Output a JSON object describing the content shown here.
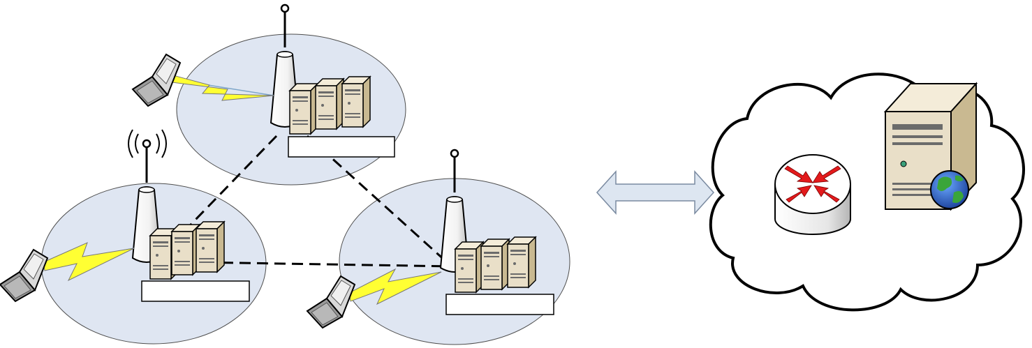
{
  "cells": [
    {
      "id": "cell-top",
      "label": ""
    },
    {
      "id": "cell-left",
      "label": ""
    },
    {
      "id": "cell-right",
      "label": ""
    }
  ],
  "colors": {
    "cell_fill": "#dfe6f2",
    "cell_stroke": "#4d4d4d",
    "server_fill": "#e9dfc8",
    "server_side": "#cdbf9c",
    "lightning": "#ffff33",
    "arrow_fill": "#dde6f1",
    "router_arrow": "#e31a1c",
    "globe_blue": "#1f5fbf",
    "globe_green": "#3aa53a"
  },
  "icons": {
    "phones": [
      "mobile-phone-icon",
      "mobile-phone-icon",
      "mobile-phone-icon"
    ],
    "towers": [
      "antenna-tower-icon",
      "antenna-tower-icon",
      "antenna-tower-icon"
    ],
    "core": [
      "router-icon",
      "web-server-icon",
      "globe-icon",
      "cloud-icon"
    ]
  }
}
